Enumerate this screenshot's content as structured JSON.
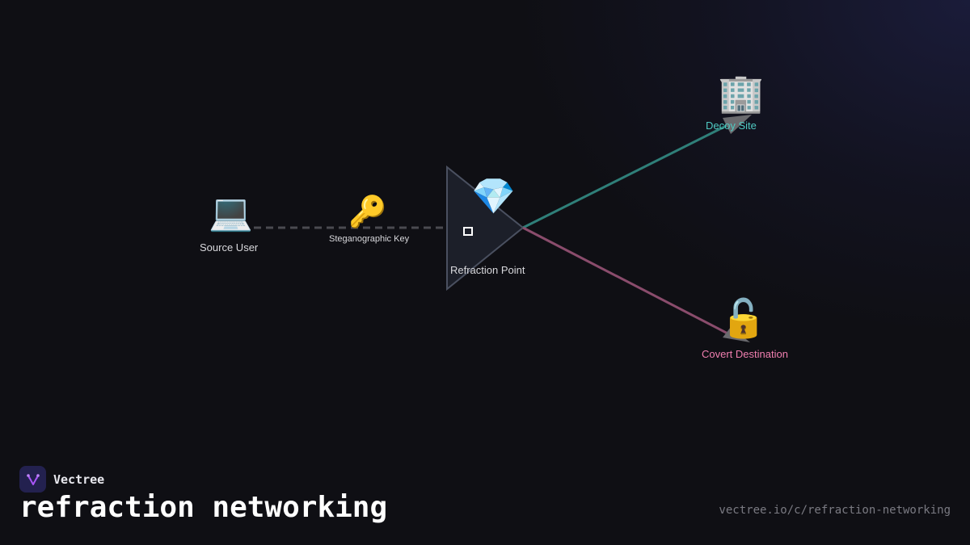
{
  "diagram": {
    "nodes": {
      "source_user": {
        "label": "Source User",
        "icon": "laptop-icon",
        "glyph": "💻",
        "label_color": "#d8d8dc"
      },
      "steg_key": {
        "label": "Steganographic Key",
        "icon": "key-icon",
        "glyph": "🔑",
        "label_color": "#d8d8dc"
      },
      "refraction_point": {
        "label": "Refraction Point",
        "icon": "gem-icon",
        "glyph": "💎",
        "label_color": "#d8d8dc"
      },
      "decoy_site": {
        "label": "Decoy Site",
        "icon": "office-building-icon",
        "glyph": "🏢",
        "label_color": "#4fc9c2"
      },
      "covert_destination": {
        "label": "Covert Destination",
        "icon": "unlocked-padlock-icon",
        "glyph": "🔓",
        "label_color": "#f07fb0"
      }
    },
    "edges": [
      {
        "from": "source_user",
        "to": "refraction_point",
        "style": "dashed",
        "color": "#4a4a50"
      },
      {
        "from": "refraction_point",
        "to": "decoy_site",
        "style": "solid",
        "color": "#2f7f79"
      },
      {
        "from": "refraction_point",
        "to": "covert_destination",
        "style": "solid",
        "color": "#8a4c6c"
      }
    ],
    "prism_color": "#1c1f29",
    "prism_stroke": "#4a5060"
  },
  "footer": {
    "brand_name": "Vectree",
    "title": "refraction networking",
    "url": "vectree.io/c/refraction-networking"
  }
}
